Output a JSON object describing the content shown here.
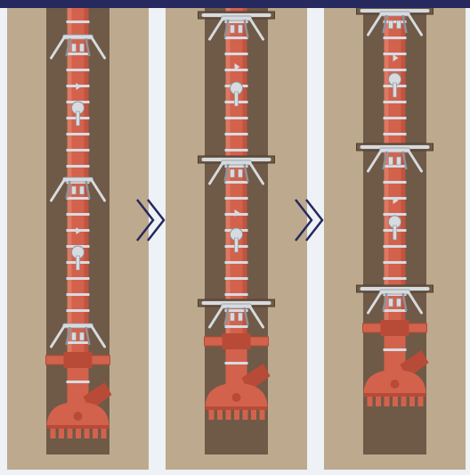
{
  "colors": {
    "header": "#26295e",
    "ground": "#bda98d",
    "bore": "#6e5a47",
    "pipe": "#d3624d",
    "pipe_dark": "#b84a38",
    "pipe_light": "#e88a74",
    "steel": "#d7dbe0",
    "steel_dark": "#8c939c",
    "arrow": "#26295e",
    "background": "#eef1f6"
  },
  "stages": [
    {
      "id": "stage-1",
      "description_icon": "drill-string-extended"
    },
    {
      "id": "stage-2",
      "description_icon": "drill-string-shifted"
    },
    {
      "id": "stage-3",
      "description_icon": "drill-string-shortened"
    }
  ],
  "arrow_icon": "double-chevron-right-icon"
}
